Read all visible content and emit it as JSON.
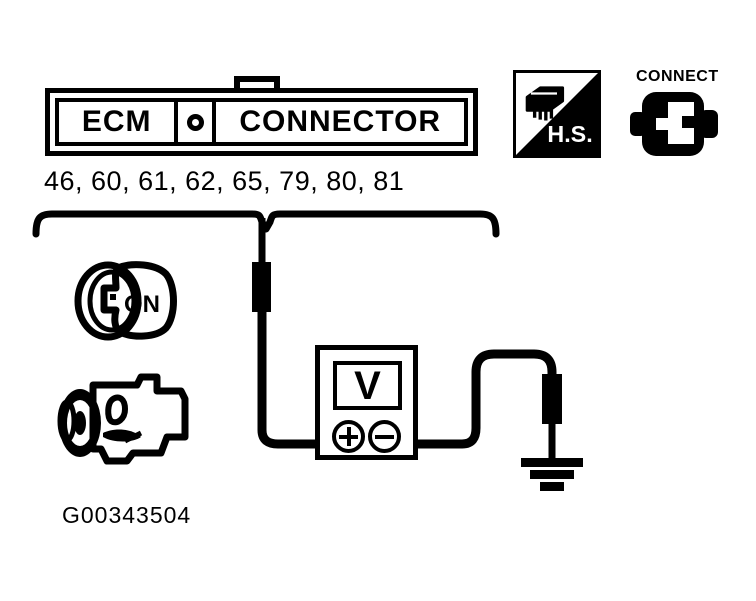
{
  "figure": {
    "caption": "G00343504",
    "background_color": "#ffffff",
    "line_color": "#000000"
  },
  "connector_header": {
    "left_label": "ECM",
    "right_label": "CONNECTOR",
    "divider_icon": "circle-icon"
  },
  "pins": {
    "text": "46, 60, 61, 62, 65, 79, 80, 81",
    "list": [
      "46",
      "60",
      "61",
      "62",
      "65",
      "79",
      "80",
      "81"
    ]
  },
  "badges": {
    "hs": {
      "label": "H.S.",
      "icon": "connector-plug-icon"
    },
    "connect": {
      "label": "CONNECT",
      "icon": "connector-plug-icon"
    }
  },
  "icons": {
    "ignition": {
      "label": "ON",
      "name": "ignition-switch-on-icon"
    },
    "engine": {
      "name": "engine-block-icon"
    },
    "ground": {
      "name": "ground-symbol-icon"
    }
  },
  "multimeter": {
    "display_value": "V",
    "positive_terminal": "+",
    "negative_terminal": "-"
  }
}
